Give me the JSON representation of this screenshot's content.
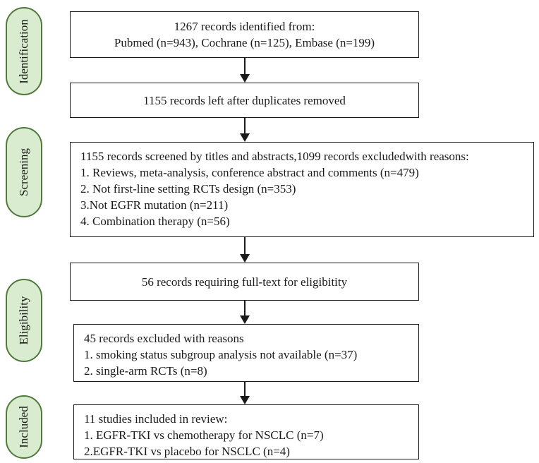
{
  "phases": {
    "identification": "Identification",
    "screening": "Screening",
    "eligibility": "Eligibility",
    "included": "Included"
  },
  "boxes": {
    "identified": {
      "lines": [
        "1267 records identified from:",
        "Pubmed (n=943), Cochrane (n=125), Embase (n=199)"
      ]
    },
    "duplicates": {
      "lines": [
        "1155 records left after duplicates removed"
      ]
    },
    "screened": {
      "lines": [
        "1155 records screened by titles and abstracts,1099 records excludedwith reasons:",
        "1. Reviews, meta-analysis, conference abstract and comments (n=479)",
        "2. Not first-line setting RCTs design (n=353)",
        "3.Not EGFR mutation (n=211)",
        "4. Combination therapy (n=56)"
      ]
    },
    "fulltext": {
      "lines": [
        "56 records requiring full-text for eligibitity"
      ]
    },
    "excluded": {
      "lines": [
        "45 records excluded with reasons",
        "1. smoking status subgroup analysis not available (n=37)",
        "2. single-arm RCTs (n=8)"
      ]
    },
    "included": {
      "lines": [
        "11 studies included in review:",
        "1. EGFR-TKI vs chemotherapy for NSCLC (n=7)",
        "2.EGFR-TKI vs placebo for NSCLC (n=4)"
      ]
    }
  },
  "colors": {
    "phase_fill": "#d9ecd0",
    "phase_border": "#4f7a3c",
    "box_border": "#1a1a1a"
  }
}
